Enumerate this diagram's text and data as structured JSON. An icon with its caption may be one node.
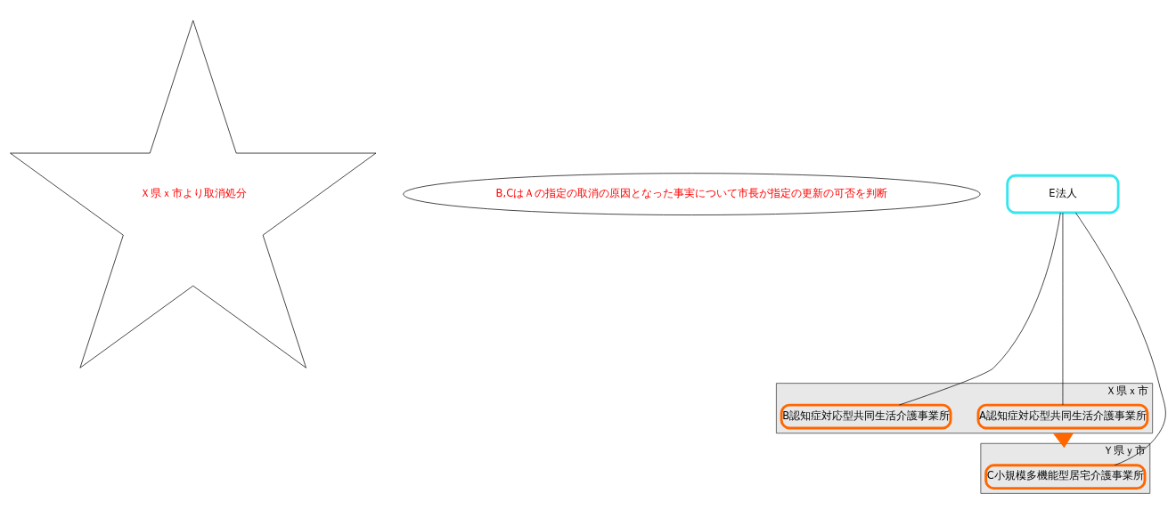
{
  "diagram": {
    "nodes": [
      {
        "text": [
          "Ｘ県ｘ市より取消処分"
        ]
      },
      {
        "text": [
          "B,CはＡの指定の取消の原因となった事実について市長が指定の更新の可否を判断"
        ]
      },
      {
        "text": [
          "E法人"
        ]
      },
      {
        "text": [
          "Ｘ県ｘ市"
        ]
      },
      {
        "text": [
          "A認知症対応型共同生活介護事業所"
        ],
        "in": 3
      },
      {
        "text": [
          "B認知症対応型共同生活介護事業所"
        ],
        "in": 3
      },
      {
        "text": [
          "Ｙ県ｙ市"
        ]
      },
      {
        "text": [
          "C小規模多機能型居宅介護事業所"
        ],
        "in": 6
      }
    ],
    "edges": [
      {
        "from": 2,
        "to": 4,
        "arrow": "none"
      },
      {
        "from": 2,
        "to": 5,
        "arrow": "none"
      },
      {
        "from": 2,
        "to": 7,
        "arrow": "none"
      },
      {
        "from": 3,
        "to": 6,
        "arrow": "to",
        "style": "thick",
        "color": "#ff6600"
      }
    ]
  }
}
